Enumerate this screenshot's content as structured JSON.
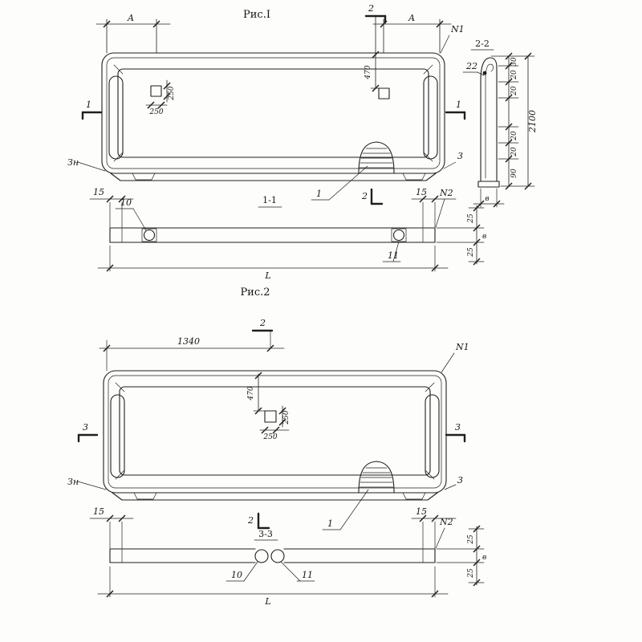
{
  "fig1": {
    "title": "Рис.I",
    "flag_top": "2",
    "dim_a_left": "А",
    "dim_a_right": "А",
    "n1": "N1",
    "dim_470": "470",
    "dim_250_v": "250",
    "dim_250_h": "250",
    "cut_left": "1",
    "cut_right": "1",
    "label_zn": "Зн",
    "label_3": "3",
    "section_title": "1-1",
    "flag_mid": "2",
    "dim_15_left": "15",
    "dim_15_right": "15",
    "n2": "N2",
    "item_10": "10",
    "item_11": "11",
    "item_1": "1",
    "dim_25_top": "25",
    "dim_b": "в",
    "dim_25_bottom": "25",
    "dim_l": "L"
  },
  "sec22": {
    "title": "2-2",
    "item_22": "22",
    "dims": [
      "30",
      "20",
      "20",
      "20",
      "20",
      "90"
    ],
    "total": "2100",
    "width": "в"
  },
  "fig2": {
    "title": "Рис.2",
    "flag_top": "2",
    "dim_1340": "1340",
    "n1": "N1",
    "dim_470": "470",
    "dim_250_v": "250",
    "dim_250_h": "250",
    "cut_left": "3",
    "cut_right": "3",
    "label_zn": "Зн",
    "label_3": "3",
    "section_title": "3-3",
    "flag_mid": "2",
    "dim_15_left": "15",
    "dim_15_right": "15",
    "n2": "N2",
    "item_10": "10",
    "item_11": "11",
    "item_1": "1",
    "dim_25_top": "25",
    "dim_b": "в",
    "dim_25_bottom": "25",
    "dim_l": "L"
  }
}
